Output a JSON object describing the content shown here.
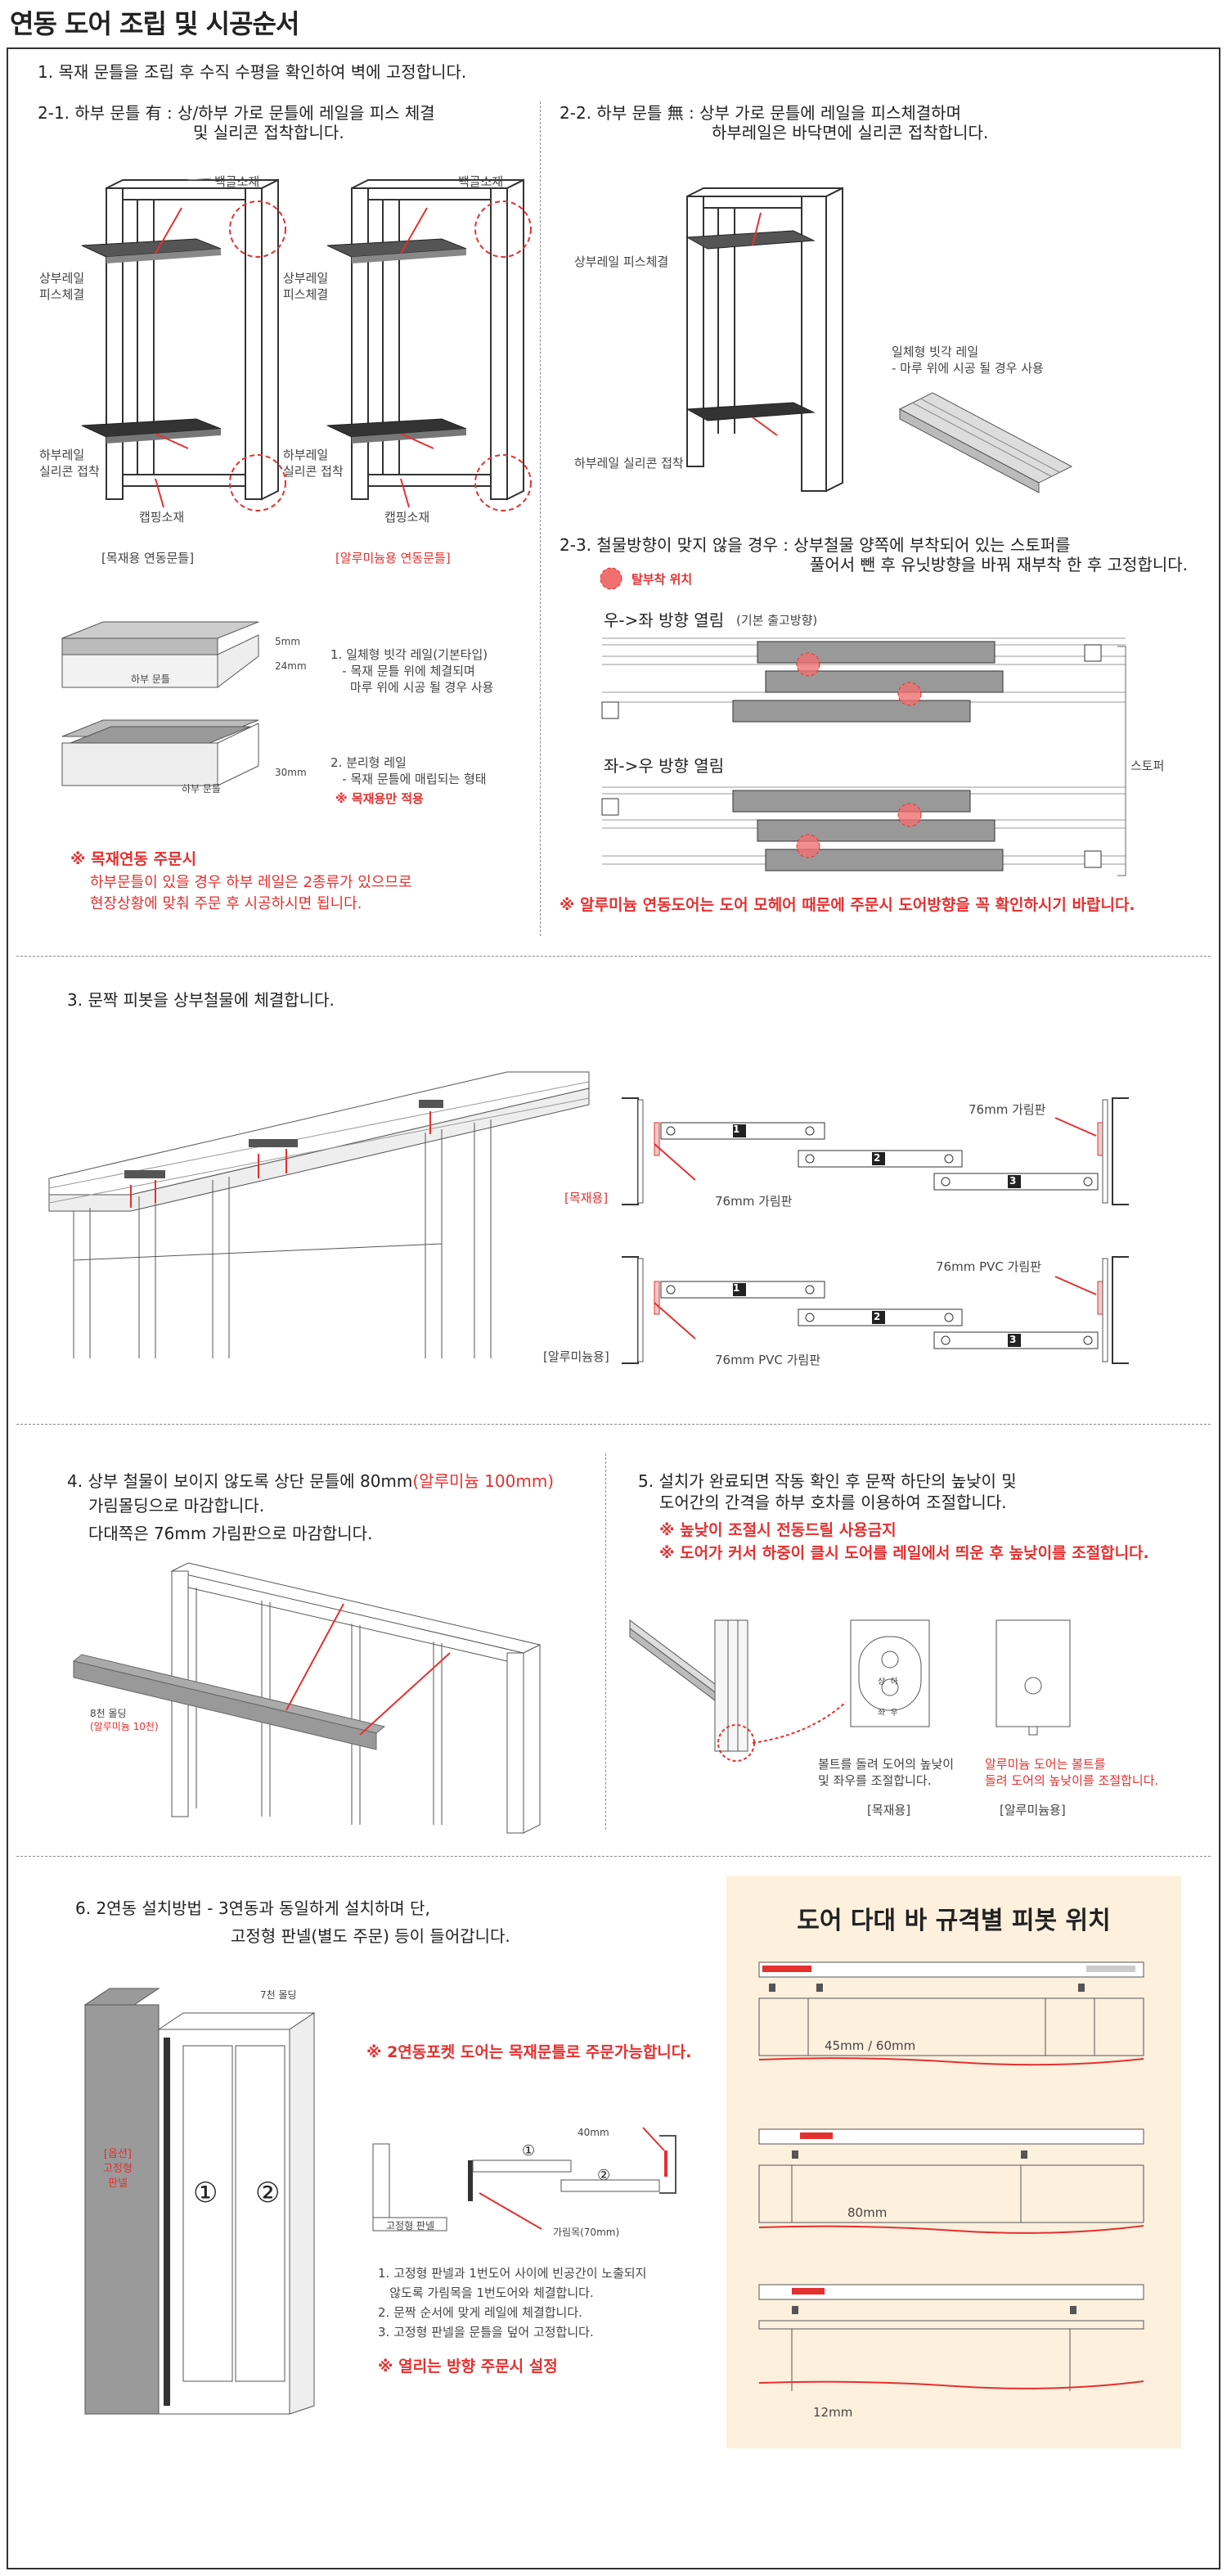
{
  "title": "연동 도어 조립 및 시공순서",
  "step1": "1. 목재 문틀을 조립 후 수직 수평을 확인하여 벽에 고정합니다.",
  "s21": {
    "head": "2-1. 하부 문틀 有 : 상/하부 가로 문틀에 레일을 피스 체결",
    "head2": "및 실리콘 접착합니다.",
    "baekgol1": "백골소재",
    "baekgol2": "백골소재",
    "upper1": "상부레일\n피스체결",
    "upper2": "상부레일\n피스체결",
    "lower1": "하부레일\n실리콘 접착",
    "lower2": "하부레일\n실리콘 접착",
    "capping1": "캡핑소재",
    "capping2": "캡핑소재",
    "cap1": "[목재용 연동문틀]",
    "cap2": "[알루미늄용 연동문틀]"
  },
  "rails": {
    "dim5": "5mm",
    "dim24": "24mm",
    "dim30": "30mm",
    "label_lower1": "하부 문틀",
    "label_lower2": "하부 문틀",
    "r1": "1. 일체형 빗각 레일(기본타입)\n   - 목재 문틀 위에 체결되며\n     마루 위에 시공 될 경우 사용",
    "r2": "2. 분리형 레일\n   - 목재 문틀에 매립되는 형태",
    "r2note": "※ 목재용만 적용"
  },
  "woodnote": {
    "head": "※ 목재연동 주문시",
    "body": "하부문틀이 있을 경우 하부 레일은 2종류가 있으므로\n현장상황에 맞춰 주문 후 시공하시면 됩니다."
  },
  "s22": {
    "head": "2-2. 하부 문틀 無 : 상부 가로 문틀에 레일을 피스체결하며",
    "head2": "하부레일은 바닥면에 실리콘 접착합니다.",
    "upper": "상부레일 피스체결",
    "lower": "하부레일 실리콘 접착",
    "rail": "일체형 빗각 레일\n- 마루 위에 시공 될 경우 사용"
  },
  "s23": {
    "head": "2-3. 철물방향이 맞지 않을 경우 : 상부철물 양쪽에 부착되어 있는 스토퍼를",
    "head2": "풀어서 뺀 후 유닛방향을 바꿔 재부착 한 후 고정합니다.",
    "legend": "탈부착 위치",
    "rl": "우->좌 방향 열림",
    "rl_sub": "(기본 출고방향)",
    "lr": "좌->우 방향 열림",
    "stopper": "스토퍼",
    "note": "※ 알루미늄 연동도어는 도어 모헤어 때문에 주문시 도어방향을 꼭 확인하시기 바랍니다."
  },
  "step3": {
    "head": "3. 문짝 피봇을 상부철물에 체결합니다.",
    "wood": "[목재용]",
    "alu": "[알루미늄용]",
    "g1": "76mm 가림판",
    "g2": "76mm 가림판",
    "g3": "76mm PVC 가림판",
    "g4": "76mm PVC 가림판",
    "n1": "1",
    "n2": "2",
    "n3": "3"
  },
  "step4": {
    "head_a": "4. 상부 철물이 보이지 않도록 상단 문틀에 80mm",
    "head_red": "(알루미늄 100mm)",
    "head2": "가림몰딩으로 마감합니다.",
    "head3": "다대쪽은 76mm 가림판으로 마감합니다.",
    "molding": "8천 몰딩",
    "molding_red": "(알루미늄 10천)"
  },
  "step5": {
    "head": "5. 설치가 완료되면 작동 확인 후 문짝 하단의 높낮이 및",
    "head2": "도어간의 간격을 하부 호차를 이용하여 조절합니다.",
    "n1": "※ 높낮이 조절시 전동드릴 사용금지",
    "n2": "※ 도어가 커서 하중이 클시 도어를 레일에서 띄운 후 높낮이를 조절합니다.",
    "wood_desc": "볼트를 돌려 도어의 높낮이\n및 좌우를 조절합니다.",
    "alu_desc": "알루미늄 도어는 볼트를\n돌려 도어의 높낮이를 조절합니다.",
    "wood": "[목재용]",
    "alu": "[알루미늄용]",
    "knob_top": "상  하",
    "knob_bot": "좌  우"
  },
  "step6": {
    "head": "6. 2연동 설치방법 - 3연동과 동일하게 설치하며 단,",
    "head2": "고정형 판넬(별도 주문) 등이 들어갑니다.",
    "molding": "7천 몰딩",
    "panel": "[옵션]\n고정형\n판넬",
    "d1": "①",
    "d2": "②",
    "red": "※ 2연동포켓 도어는 목재문틀로 주문가능합니다.",
    "mm40": "40mm",
    "fixed": "고정형 판넬",
    "cover": "가림목(70mm)",
    "c1": "①",
    "c2": "②",
    "list": "1. 고정형 판넬과 1번도어 사이에 빈공간이 노출되지\n   않도록 가림목을 1번도어와 체결합니다.\n2. 문짝 순서에 맞게 레일에 체결합니다.\n3. 고정형 판넬을 문틀을 덮어 고정합니다.",
    "note": "※ 열리는 방향 주문시 설정"
  },
  "pivot": {
    "title": "도어 다대 바 규격별 피봇 위치",
    "a": "45mm / 60mm",
    "b": "80mm",
    "c": "12mm"
  },
  "colors": {
    "accent": "#e53030",
    "panel_bg": "#fdf0dd"
  }
}
